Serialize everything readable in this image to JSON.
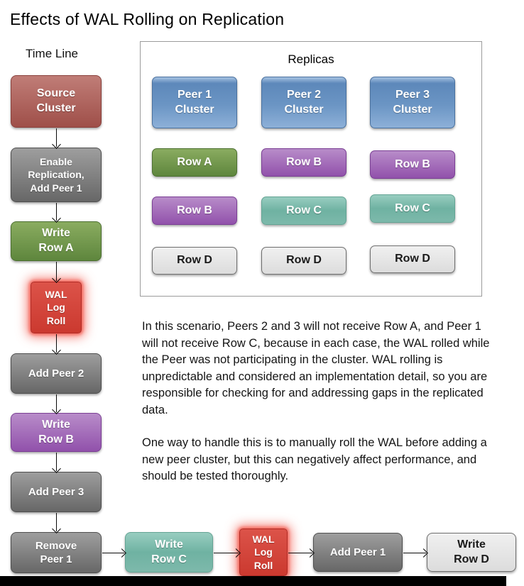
{
  "title": "Effects of WAL Rolling on Replication",
  "timeline": {
    "label": "Time Line",
    "steps": [
      {
        "id": "source-cluster",
        "label": "Source\nCluster",
        "color": "red"
      },
      {
        "id": "enable-replication-add-peer-1",
        "label": "Enable\nReplication,\nAdd Peer 1",
        "color": "gray"
      },
      {
        "id": "write-row-a",
        "label": "Write\nRow A",
        "color": "green"
      },
      {
        "id": "wal-log-roll-1",
        "label": "WAL\nLog\nRoll",
        "color": "wal-red"
      },
      {
        "id": "add-peer-2",
        "label": "Add Peer 2",
        "color": "gray"
      },
      {
        "id": "write-row-b",
        "label": "Write\nRow B",
        "color": "purple"
      },
      {
        "id": "add-peer-3",
        "label": "Add Peer 3",
        "color": "gray"
      },
      {
        "id": "remove-peer-1",
        "label": "Remove\nPeer 1",
        "color": "gray"
      },
      {
        "id": "write-row-c",
        "label": "Write\nRow C",
        "color": "teal"
      },
      {
        "id": "wal-log-roll-2",
        "label": "WAL\nLog\nRoll",
        "color": "wal-red"
      },
      {
        "id": "add-peer-1",
        "label": "Add Peer 1",
        "color": "gray"
      },
      {
        "id": "write-row-d",
        "label": "Write\nRow D",
        "color": "light-gray"
      }
    ]
  },
  "replicas": {
    "title": "Replicas",
    "columns": [
      {
        "header": "Peer 1\nCluster"
      },
      {
        "header": "Peer 2\nCluster"
      },
      {
        "header": "Peer 3\nCluster"
      }
    ],
    "rows": [
      {
        "cells": [
          {
            "label": "Row A",
            "color": "green"
          },
          {
            "label": "Row B",
            "color": "purple"
          },
          {
            "label": "Row B",
            "color": "purple"
          }
        ]
      },
      {
        "cells": [
          {
            "label": "Row B",
            "color": "purple"
          },
          {
            "label": "Row C",
            "color": "teal"
          },
          {
            "label": "Row C",
            "color": "teal"
          }
        ]
      },
      {
        "cells": [
          {
            "label": "Row D",
            "color": "light-gray"
          },
          {
            "label": "Row D",
            "color": "light-gray"
          },
          {
            "label": "Row D",
            "color": "light-gray"
          }
        ]
      }
    ]
  },
  "notes": {
    "paragraph_1": "In this scenario, Peers 2 and 3 will not receive Row A, and Peer 1 will not receive Row C, because in each case, the WAL rolled while the Peer was not participating in the cluster. WAL rolling is unpredictable and considered an implementation detail, so you are responsible for checking for and addressing gaps in the replicated data.",
    "paragraph_2": "One way to handle this is to manually roll the WAL before adding a new peer cluster, but this can negatively affect performance, and should be tested thoroughly."
  },
  "palette": {
    "source_cluster_red": "#a75650",
    "peer_cluster_blue": "#6d95c3",
    "row_a_green": "#6f9449",
    "row_b_purple": "#a169b8",
    "row_c_teal": "#82bfb1",
    "row_d_light_gray": "#e6e6e6",
    "step_gray": "#828282",
    "wal_log_roll_red": "#d6453b",
    "wal_glow": "#f35c50",
    "text_black": "#141414"
  }
}
